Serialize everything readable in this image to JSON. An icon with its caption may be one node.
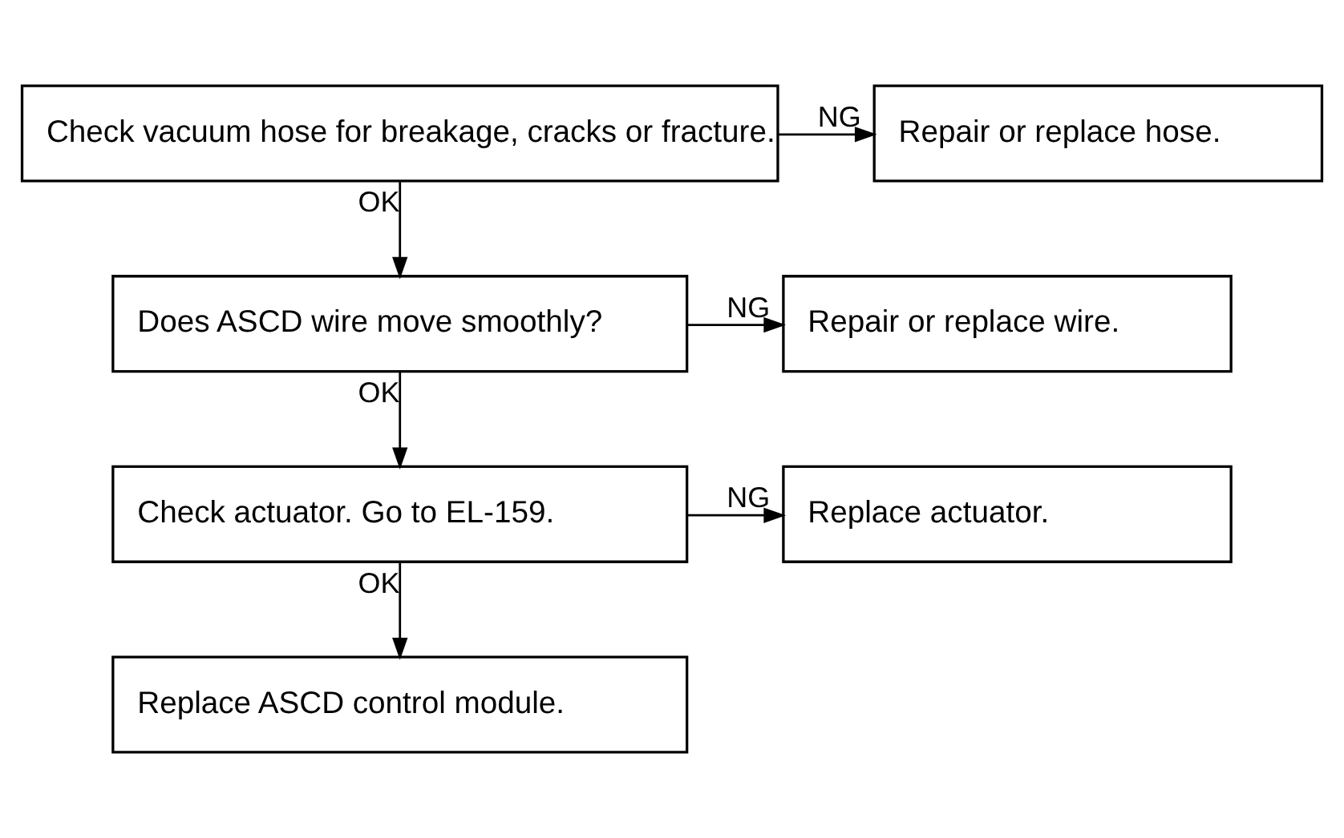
{
  "diagram": {
    "nodes": [
      {
        "text": [
          "Check vacuum hose for breakage, cracks or fracture."
        ]
      },
      {
        "text": [
          "Repair or replace hose."
        ]
      },
      {
        "text": [
          "Does ASCD wire move smoothly?"
        ]
      },
      {
        "text": [
          "Repair or replace wire."
        ]
      },
      {
        "text": [
          "Check actuator. Go to EL-159."
        ]
      },
      {
        "text": [
          "Replace actuator."
        ]
      },
      {
        "text": [
          "Replace ASCD control module."
        ]
      }
    ],
    "edges": [
      {
        "from": 0,
        "to": 1,
        "arrow": "to",
        "label": "NG"
      },
      {
        "from": 0,
        "to": 2,
        "arrow": "to",
        "label": "OK"
      },
      {
        "from": 2,
        "to": 3,
        "arrow": "to",
        "label": "NG"
      },
      {
        "from": 2,
        "to": 4,
        "arrow": "to",
        "label": "OK"
      },
      {
        "from": 4,
        "to": 5,
        "arrow": "to",
        "label": "NG"
      },
      {
        "from": 4,
        "to": 6,
        "arrow": "to",
        "label": "OK"
      }
    ]
  }
}
